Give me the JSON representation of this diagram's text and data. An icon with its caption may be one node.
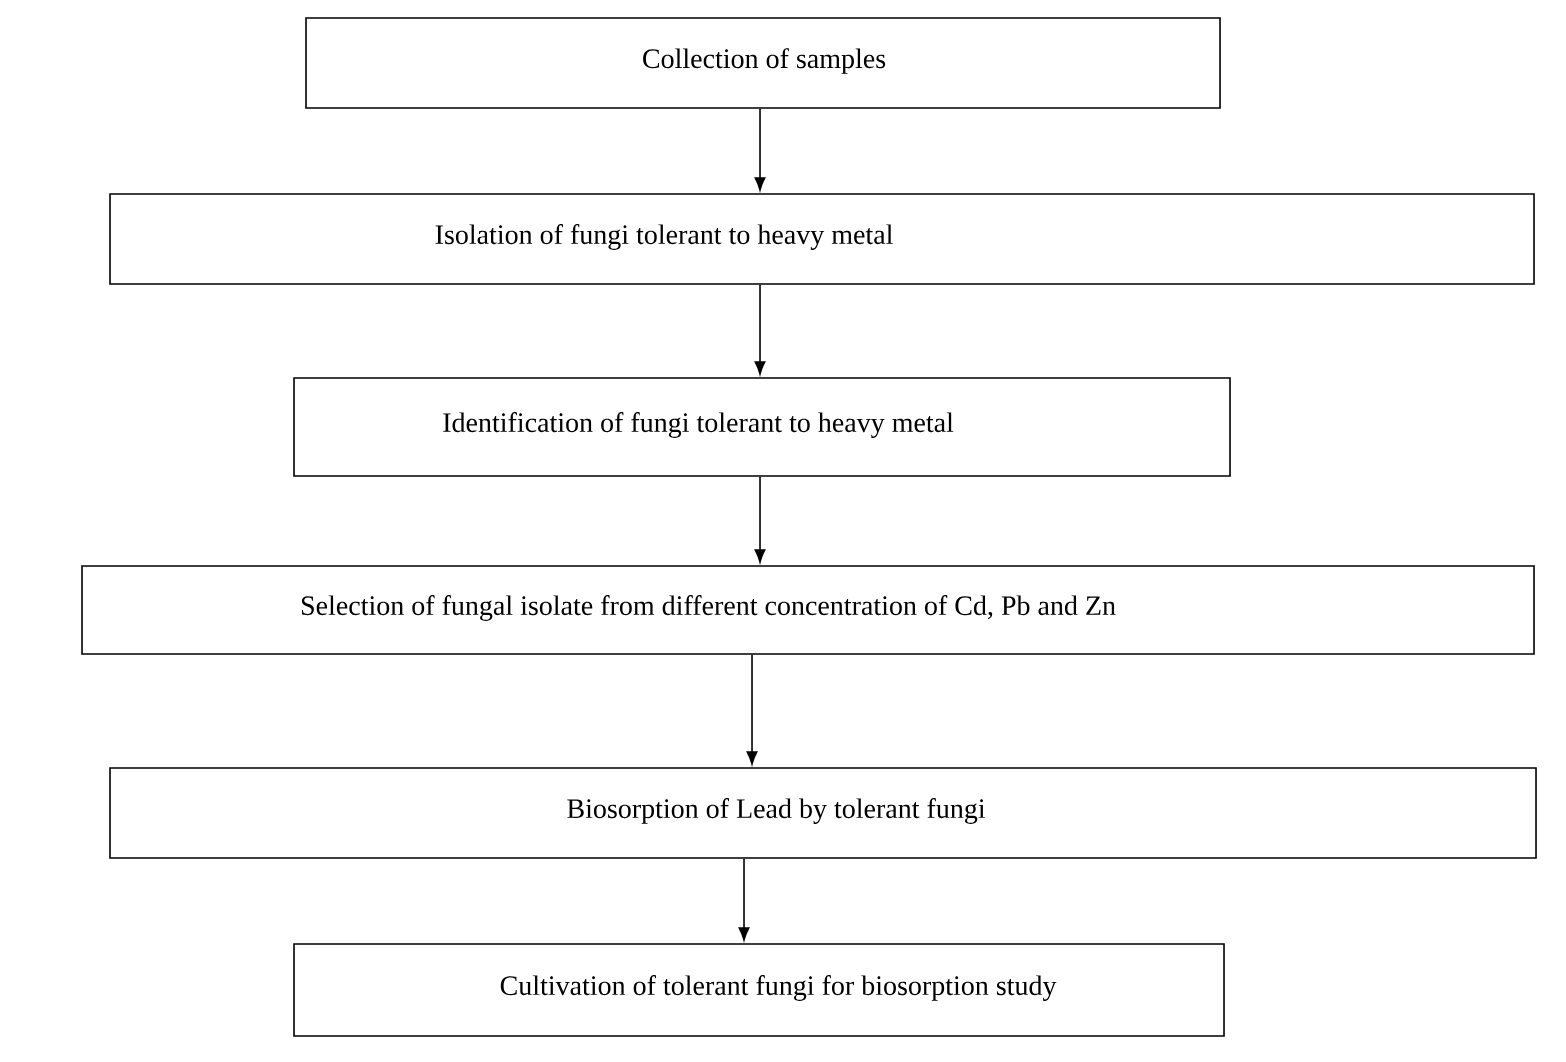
{
  "diagram": {
    "nodes": [
      {
        "text": [
          "Collection of samples"
        ]
      },
      {
        "text": [
          "Isolation of fungi tolerant to heavy metal"
        ]
      },
      {
        "text": [
          "Identification of fungi tolerant to heavy metal"
        ]
      },
      {
        "text": [
          "Selection of fungal isolate from different concentration of Cd, Pb and Zn"
        ]
      },
      {
        "text": [
          "Biosorption of Lead by tolerant fungi"
        ]
      },
      {
        "text": [
          "Cultivation of tolerant fungi for biosorption study"
        ]
      }
    ],
    "edges": [
      {
        "from": 0,
        "to": 1,
        "arrow": "to"
      },
      {
        "from": 1,
        "to": 2,
        "arrow": "to"
      },
      {
        "from": 2,
        "to": 3,
        "arrow": "to"
      },
      {
        "from": 3,
        "to": 4,
        "arrow": "to"
      },
      {
        "from": 4,
        "to": 5,
        "arrow": "to"
      }
    ]
  }
}
